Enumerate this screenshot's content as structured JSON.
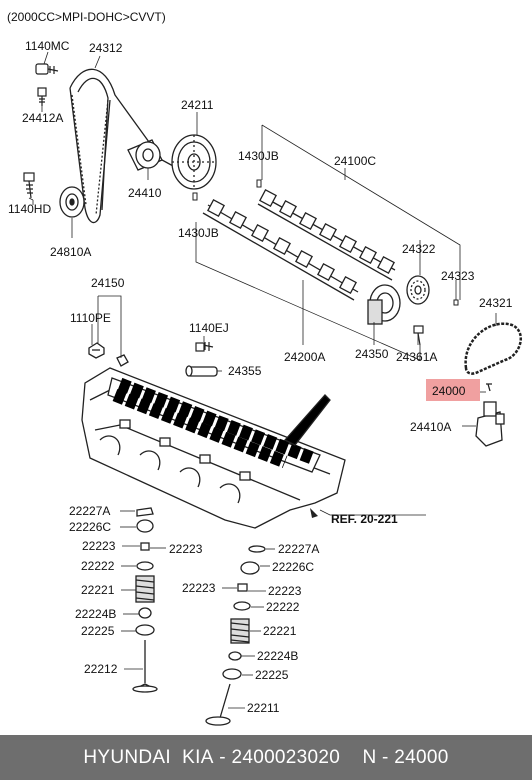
{
  "header": {
    "text": "(2000CC>MPI-DOHC>CVVT)"
  },
  "labels": {
    "l1140MC": "1140MC",
    "l24312": "24312",
    "l24412A": "24412A",
    "l24211": "24211",
    "l1430JB_top": "1430JB",
    "l24100C": "24100C",
    "l24410": "24410",
    "l1140HD": "1140HD",
    "l24810A": "24810A",
    "l1430JB_mid": "1430JB",
    "l24322": "24322",
    "l24323": "24323",
    "l24150": "24150",
    "l24321": "24321",
    "l1110PE": "1110PE",
    "l1140EJ": "1140EJ",
    "l24355": "24355",
    "l24200A": "24200A",
    "l24350": "24350",
    "l24361A": "24361A",
    "l24000": "24000",
    "l24410A": "24410A",
    "l22227A_left": "22227A",
    "l22226C_left": "22226C",
    "l22223_left": "22223",
    "l22223_mid": "22223",
    "l22227A_right": "22227A",
    "l22222_left": "22222",
    "l22226C_right": "22226C",
    "l22221_left": "22221",
    "l22223_lower": "22223",
    "l22223_right": "22223",
    "l22222_right": "22222",
    "l22224B_left": "22224B",
    "l22225_left": "22225",
    "l22221_right": "22221",
    "l22224B_right": "22224B",
    "l22212": "22212",
    "l22225_right": "22225",
    "l22211": "22211"
  },
  "reference": {
    "text": "REF. 20-221"
  },
  "highlight_color": "#f0a0a0",
  "footer": {
    "brand": "HYUNDAI  KIA",
    "separator": " - ",
    "part_number": "2400023020",
    "code_separator": "    N - ",
    "code": "24000"
  }
}
